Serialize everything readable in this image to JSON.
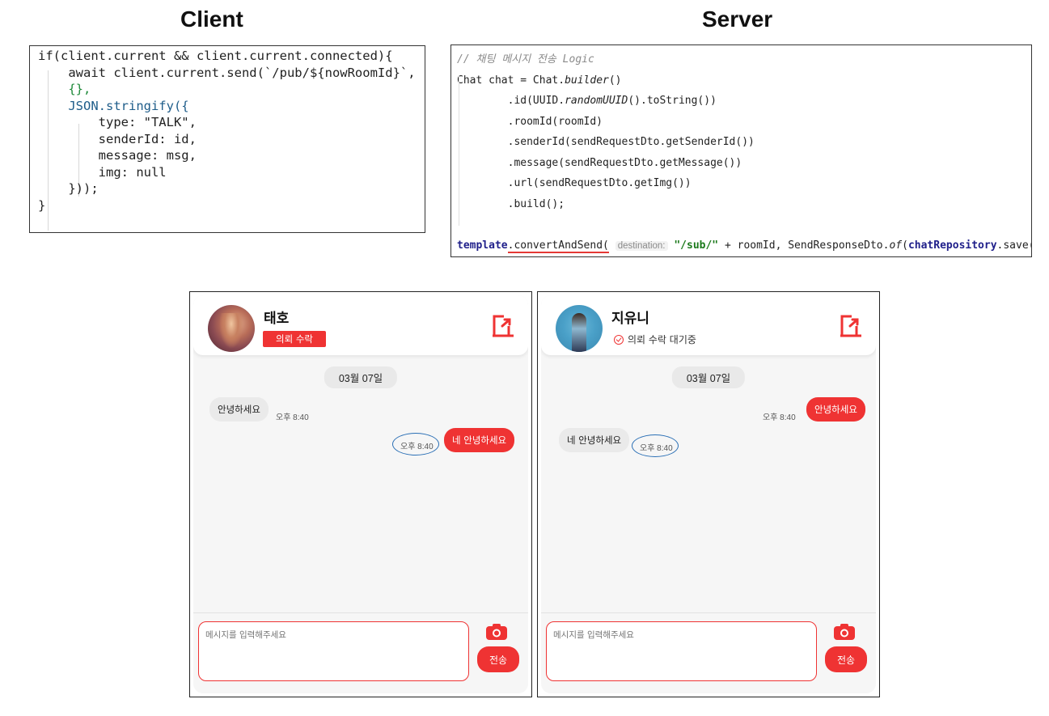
{
  "headings": {
    "client": "Client",
    "server": "Server"
  },
  "client_code": {
    "lines": [
      "if(client.current && client.current.connected){",
      "    await client.current.send(`/pub/${nowRoomId}`,",
      "    {},",
      "    JSON.stringify({",
      "        type: \"TALK\",",
      "        senderId: id,",
      "        message: msg,",
      "        img: null",
      "    }));",
      "}"
    ]
  },
  "server_code": {
    "comment": "// 채팅 메시지 전송 Logic",
    "line_builder": "Chat chat = Chat.",
    "builder": "builder",
    "builder_tail": "()",
    "id_pre": "        .id(UUID.",
    "random": "randomUUID",
    "id_post": "().toString())",
    "room": "        .roomId(roomId)",
    "sender": "        .senderId(sendRequestDto.getSenderId())",
    "message": "        .message(sendRequestDto.getMessage())",
    "url": "        .url(sendRequestDto.getImg())",
    "build": "        .build();",
    "template": "template",
    "convert": ".convertAndSend(",
    "hint": "destination:",
    "sub": "\"/sub/\"",
    "mid": " + roomId, SendResponseDto.",
    "of": "of",
    "open": "(",
    "repo": "chatRepository",
    "tail": ".save(chat)));"
  },
  "left_chat": {
    "name": "태호",
    "badge": "의뢰 수락",
    "date": "03월 07일",
    "messages": [
      {
        "text": "안녕하세요",
        "time": "오후 8:40"
      },
      {
        "text": "네 안녕하세요",
        "time": "오후 8:40"
      }
    ],
    "placeholder": "메시지를 입력해주세요",
    "send_label": "전송"
  },
  "right_chat": {
    "name": "지유니",
    "status": "의뢰 수락 대기중",
    "date": "03월 07일",
    "messages": [
      {
        "text": "안녕하세요",
        "time": "오후 8:40"
      },
      {
        "text": "네 안녕하세요",
        "time": "오후 8:40"
      }
    ],
    "placeholder": "메시지를 입력해주세요",
    "send_label": "전송"
  },
  "colors": {
    "accent": "#ef3333",
    "annotation_circle": "#2a6fb5"
  },
  "icons": [
    "exit-icon",
    "camera-icon",
    "check-circle-icon"
  ]
}
